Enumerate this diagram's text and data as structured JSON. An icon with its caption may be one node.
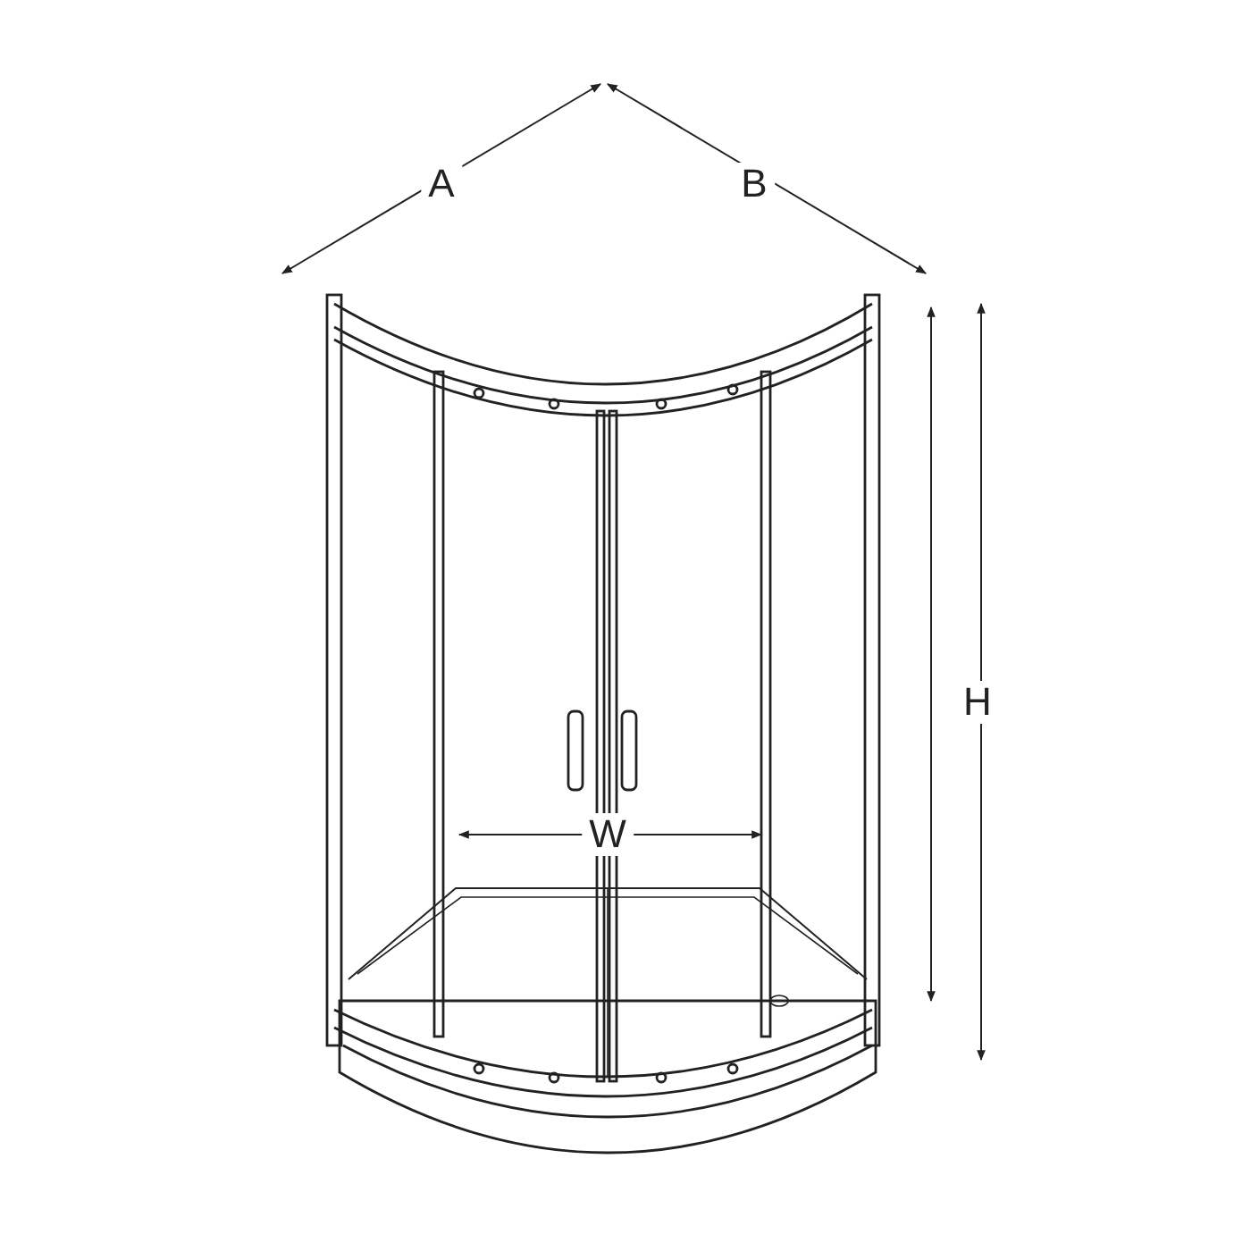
{
  "diagram": {
    "labels": [
      "A",
      "B",
      "H",
      "W"
    ]
  }
}
